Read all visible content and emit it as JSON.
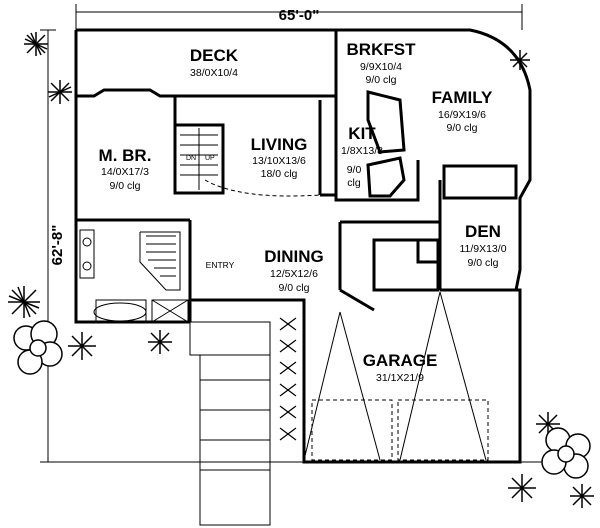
{
  "dimensions": {
    "width": "65'-0\"",
    "depth": "62'-8\""
  },
  "rooms": {
    "deck": {
      "name": "DECK",
      "size": "38/0X10/4"
    },
    "brkfst": {
      "name": "BRKFST",
      "size": "9/9X10/4",
      "clg": "9/0 clg"
    },
    "family": {
      "name": "FAMILY",
      "size": "16/9X19/6",
      "clg": "9/0 clg"
    },
    "living": {
      "name": "LIVING",
      "size": "13/10X13/6",
      "clg": "18/0 clg"
    },
    "kit": {
      "name": "KIT",
      "size": "1/8X13/8",
      "clg1": "9/0",
      "clg2": "clg"
    },
    "mbr": {
      "name": "M. BR.",
      "size": "14/0X17/3",
      "clg": "9/0 clg"
    },
    "den": {
      "name": "DEN",
      "size": "11/9X13/0",
      "clg": "9/0 clg"
    },
    "dining": {
      "name": "DINING",
      "size": "12/5X12/6",
      "clg": "9/0 clg"
    },
    "entry": {
      "name": "ENTRY"
    },
    "garage": {
      "name": "GARAGE",
      "size": "31/1X21/9"
    }
  },
  "stairs": {
    "dn": "DN",
    "up": "UP"
  }
}
